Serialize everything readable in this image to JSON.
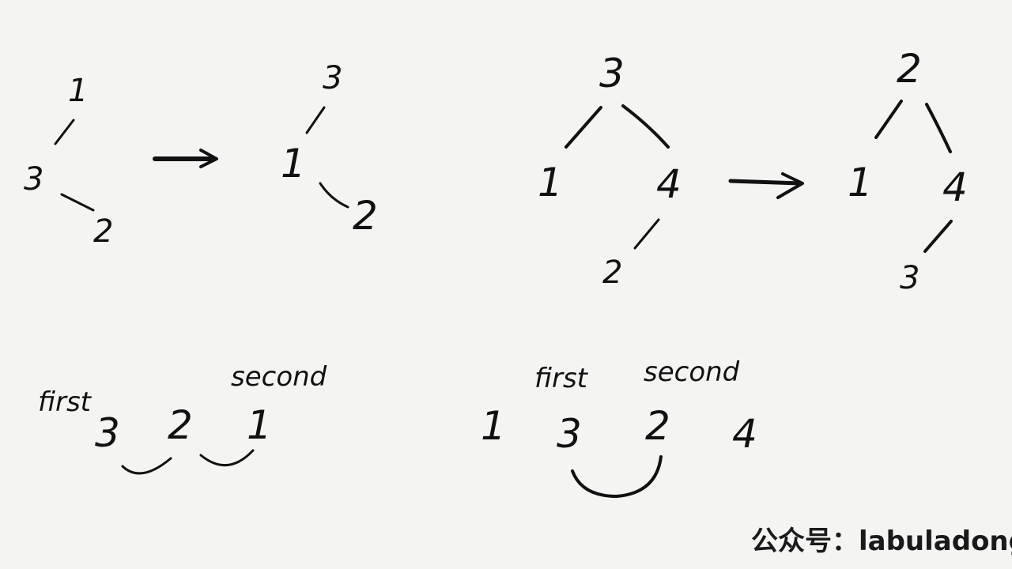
{
  "diagram1": {
    "before": {
      "n1": "1",
      "n2": "3",
      "n3": "2"
    },
    "after": {
      "n1": "3",
      "n2": "1",
      "n3": "2"
    }
  },
  "diagram2": {
    "before": {
      "root": "3",
      "left": "1",
      "right": "4",
      "rl": "2"
    },
    "after": {
      "root": "2",
      "left": "1",
      "right": "4",
      "rl": "3"
    }
  },
  "sequence1": {
    "first_label": "first",
    "second_label": "second",
    "values": [
      "3",
      "2",
      "1"
    ]
  },
  "sequence2": {
    "first_label": "first",
    "second_label": "second",
    "values": [
      "1",
      "3",
      "2",
      "4"
    ]
  },
  "watermark": "公众号：labuladong"
}
